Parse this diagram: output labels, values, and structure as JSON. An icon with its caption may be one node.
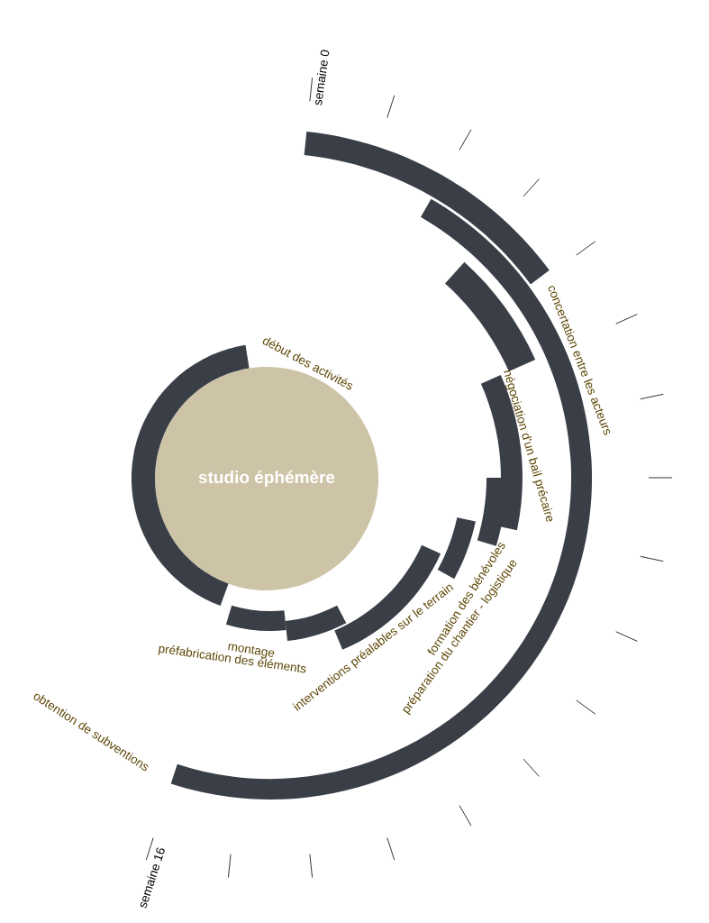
{
  "diagram": {
    "nodes": [
      {
        "text": [
          "studio éphémère"
        ]
      },
      {
        "text": [
          "début des activités"
        ]
      },
      {
        "text": [
          "concertation entre les acteurs"
        ]
      },
      {
        "text": [
          "obtention de subventions"
        ]
      },
      {
        "text": [
          "négociation d'un bail précaire"
        ]
      },
      {
        "text": [
          "préparation du chantier - logistique"
        ]
      },
      {
        "text": [
          "formation des bénévoles"
        ]
      },
      {
        "text": [],
        "shape": "bar"
      },
      {
        "text": [
          "interventions préalables sur le terrain"
        ]
      },
      {
        "text": [
          "préfabrication des éléments"
        ]
      },
      {
        "text": [
          "montage"
        ]
      }
    ],
    "labels": [
      "semaine 0",
      "semaine 16"
    ]
  }
}
